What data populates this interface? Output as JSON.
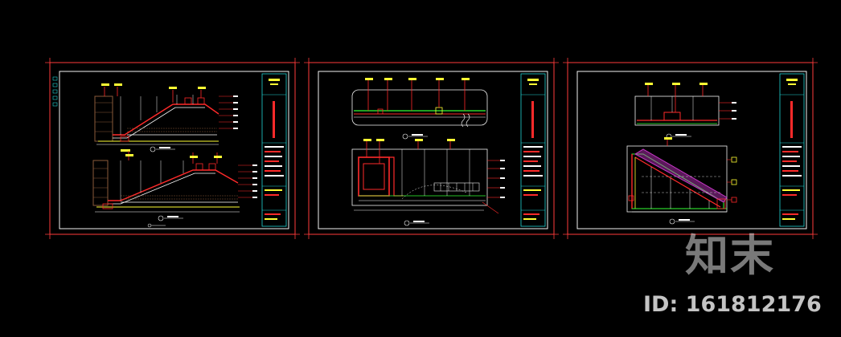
{
  "drawing": {
    "sheets": [
      {
        "id": "sheet-1"
      },
      {
        "id": "sheet-2"
      },
      {
        "id": "sheet-3"
      }
    ],
    "colors": {
      "background": "#000000",
      "frame": "#ff3b3b",
      "border": "#f2f2f2",
      "titleblock": "#21d4d4",
      "line_white": "#ffffff",
      "line_red": "#ff2a2a",
      "line_yellow": "#ffff33",
      "line_green": "#33ff33",
      "line_cyan": "#22d3d3",
      "line_magenta": "#c837c8",
      "hatch_brown": "#8a5a3a"
    }
  },
  "watermark": {
    "logo_text": "知末",
    "id_text": "ID: 161812176"
  }
}
